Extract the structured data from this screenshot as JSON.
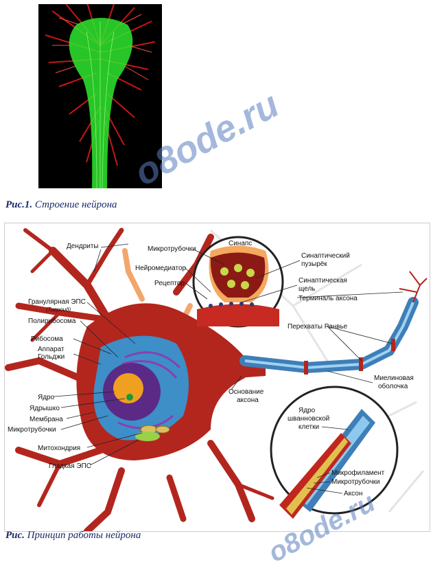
{
  "captions": {
    "fig1_label": "Рис.1.",
    "fig1_text": "Строение нейрона",
    "fig2_label": "Рис.",
    "fig2_text": "Принцип работы нейрона"
  },
  "watermark": "o8ode.ru",
  "labels": {
    "dendrites": "Дендриты",
    "microtubules_top": "Микротрубочки",
    "synapse": "Синапс",
    "neurotransmitter": "Нейромедиатор",
    "receptor": "Рецептор",
    "synaptic_vesicle_1": "Синаптический",
    "synaptic_vesicle_2": "пузырёк",
    "synaptic_cleft_1": "Синаптическая",
    "synaptic_cleft_2": "щель",
    "axon_terminal": "Терминаль аксона",
    "granular_er": "Гранулярная ЭПС",
    "tigroid": "(Тигроид)",
    "polyribosome": "Полирибосома",
    "ribosome": "Рибосома",
    "golgi_1": "Аппарат",
    "golgi_2": "Гольджи",
    "nodes_ranvier": "Перехваты Ранвье",
    "myelin_1": "Миелиновая",
    "myelin_2": "оболочка",
    "axon_hillock_1": "Основание",
    "axon_hillock_2": "аксона",
    "nucleus": "Ядро",
    "nucleolus": "Ядрышко",
    "membrane": "Мембрана",
    "microtubules_left": "Микротрубочки",
    "schwann_1": "Ядро",
    "schwann_2": "шванновской",
    "schwann_3": "клетки",
    "mitochondrion": "Митохондрия",
    "smooth_er": "Гладкая ЭПС",
    "microfilament": "Микрофиламент",
    "microtubules_inset": "Микротрубочки",
    "axon": "Аксон"
  },
  "colors": {
    "neuron": "#b3261e",
    "myelin": "#3f7fb8",
    "nucleus": "#5b2a86",
    "caption": "#1a2a6a"
  }
}
